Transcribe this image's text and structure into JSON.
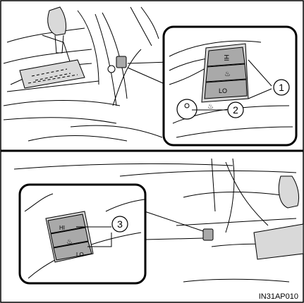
{
  "figure": {
    "image_code": "IN31AP010",
    "top_panel": {
      "callouts": [
        {
          "number": "1",
          "target": "seat heater switch (HI / LO)"
        },
        {
          "number": "2",
          "target": "seat heater indicator button"
        }
      ],
      "switch_labels": {
        "hi": "HI",
        "lo": "LO"
      }
    },
    "bottom_panel": {
      "callouts": [
        {
          "number": "3",
          "target": "seat heater switches"
        }
      ],
      "switch_labels": {
        "hi": "HI",
        "lo": "LO"
      }
    }
  },
  "colors": {
    "line": "#000000",
    "shade": "#a9a9a9",
    "light_shade": "#d9d9d9",
    "background": "#ffffff"
  }
}
